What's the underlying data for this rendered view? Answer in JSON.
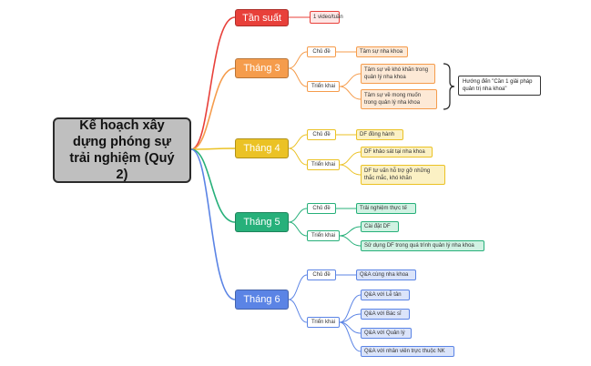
{
  "root": {
    "title": "Kế hoạch xây dựng phóng sự trải nghiệm (Quý 2)"
  },
  "frequency": {
    "label": "Tần suất",
    "value": "1 video/tuần",
    "color": "#e8403a"
  },
  "branches": [
    {
      "label": "Tháng 3",
      "color": "#f59c4c",
      "topic_label": "Chủ đề",
      "topic": "Tâm sự nha khoa",
      "deploy_label": "Triển khai",
      "items": [
        "Tâm sự về khó khăn trong quản lý nha khoa",
        "Tâm sự về mong muốn trong quản lý nha khoa"
      ]
    },
    {
      "label": "Tháng 4",
      "color": "#ebc225",
      "topic_label": "Chủ đề",
      "topic": "DF đồng hành",
      "deploy_label": "Triển khai",
      "items": [
        "DF khảo sát tại nha khoa",
        "DF tư vấn hỗ trợ gỡ những thắc mắc, khó khăn"
      ]
    },
    {
      "label": "Tháng 5",
      "color": "#27b07a",
      "topic_label": "Chủ đề",
      "topic": "Trải nghiệm thực tế",
      "deploy_label": "Triển khai",
      "items": [
        "Cài đặt DF",
        "Sử dụng DF trong quá trình quản lý nha khoa"
      ]
    },
    {
      "label": "Tháng 6",
      "color": "#5b84e5",
      "topic_label": "Chủ đề",
      "topic": "Q&A cùng nha khoa",
      "deploy_label": "Triển khai",
      "items": [
        "Q&A với Lễ tân",
        "Q&A với Bác sĩ",
        "Q&A với Quản lý",
        "Q&A với nhân viên trực thuộc NK"
      ]
    }
  ],
  "note": {
    "text": "Hướng đến \"Cần 1 giải pháp quản trị nha khoa\""
  }
}
